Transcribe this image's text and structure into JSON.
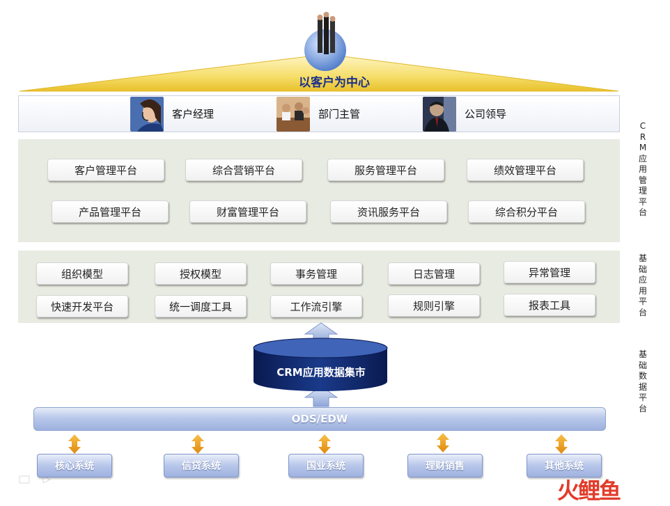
{
  "center_title": "以客户为中心",
  "roles": [
    {
      "label": "客户经理",
      "icon": "headset-woman-photo"
    },
    {
      "label": "部门主管",
      "icon": "meeting-photo"
    },
    {
      "label": "公司领导",
      "icon": "executive-photo"
    }
  ],
  "crm_platforms": {
    "row1": [
      "客户管理平台",
      "综合营销平台",
      "服务管理平台",
      "绩效管理平台"
    ],
    "row2": [
      "产品管理平台",
      "财富管理平台",
      "资讯服务平台",
      "综合积分平台"
    ]
  },
  "base_apps": {
    "row1": [
      "组织模型",
      "授权模型",
      "事务管理",
      "日志管理",
      "异常管理"
    ],
    "row2": [
      "快速开发平台",
      "统一调度工具",
      "工作流引擎",
      "规则引擎",
      "报表工具"
    ]
  },
  "side_labels": {
    "crm": [
      "C",
      "R",
      "M",
      "应",
      "用",
      "管",
      "理",
      "平",
      "台"
    ],
    "base_app": [
      "基",
      "础",
      "应",
      "用",
      "平",
      "台"
    ],
    "base_data": [
      "基",
      "础",
      "数",
      "据",
      "平",
      "台"
    ]
  },
  "data_mart": "CRM应用数据集市",
  "ods": "ODS/EDW",
  "source_systems": [
    "核心系统",
    "信贷系统",
    "国业系统",
    "理财销售",
    "其他系统"
  ],
  "watermark": "火鲤鱼",
  "colors": {
    "roof": "#f4d24a",
    "band": "#e8ebe2",
    "cylinder": "#0d2466",
    "arrow": "#9db3df",
    "orange_arrow": "#f0a020"
  }
}
